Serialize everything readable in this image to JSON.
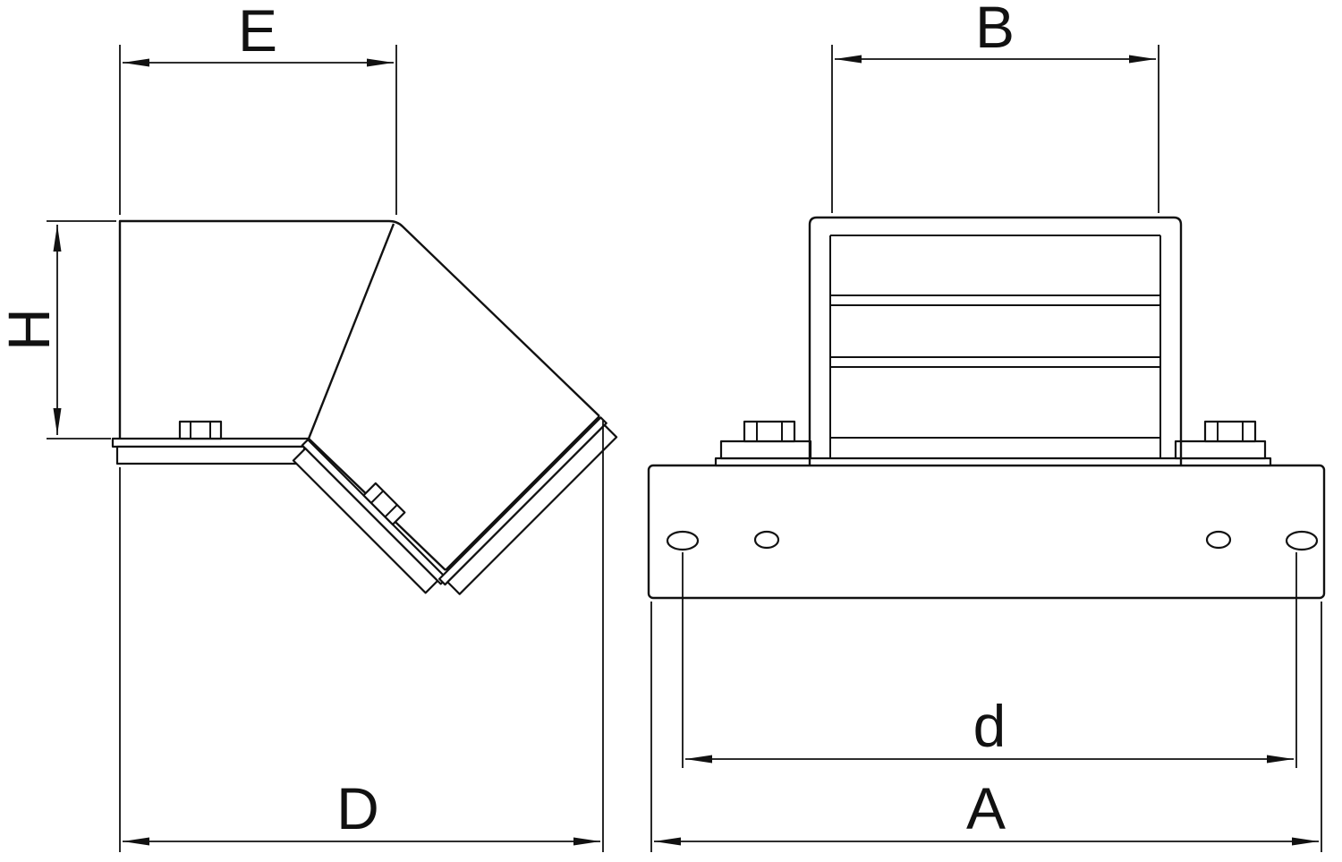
{
  "diagram": {
    "type": "technical-drawing-two-views",
    "dimension_labels": {
      "E": "E",
      "B": "B",
      "H": "H",
      "D": "D",
      "d": "d",
      "A": "A"
    },
    "colors": {
      "line": "#111111",
      "background": "#ffffff"
    }
  }
}
